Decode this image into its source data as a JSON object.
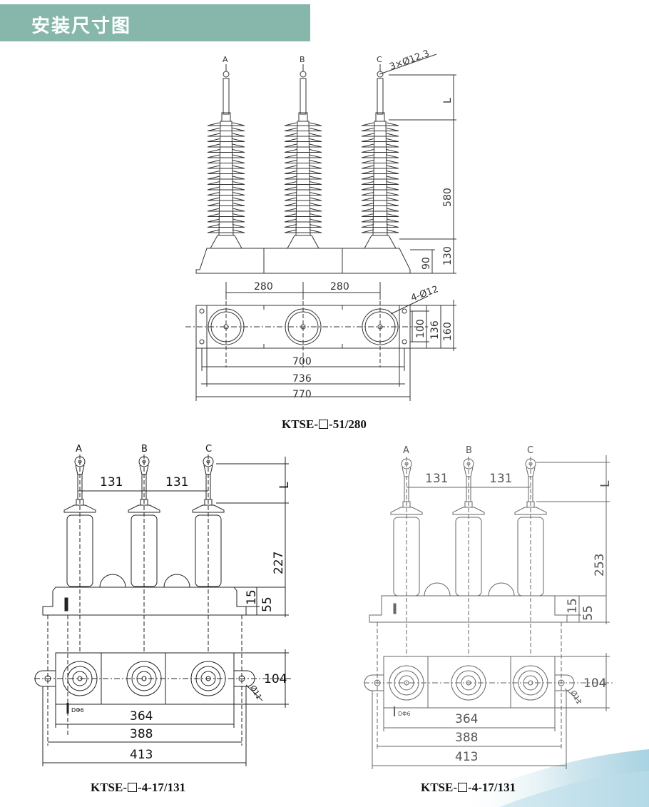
{
  "header": {
    "title": "安装尺寸图",
    "color": "#87b7ab"
  },
  "drawing1": {
    "caption_prefix": "KTSE-",
    "caption_suffix": "-51/280",
    "phases": [
      "A",
      "B",
      "C"
    ],
    "hole_note": "3×Ø12.3",
    "mount_note": "4-Ø12",
    "dims": {
      "L": "L",
      "h580": "580",
      "h130": "130",
      "h90": "90",
      "p1": "280",
      "p2": "280",
      "w100": "100",
      "w136": "136",
      "w160": "160",
      "l700": "700",
      "l736": "736",
      "l770": "770"
    }
  },
  "drawing2": {
    "caption_prefix": "KTSE-",
    "caption_suffix": "-4-17/131",
    "phases": [
      "A",
      "B",
      "C"
    ],
    "ground_note": "DΦ6",
    "hole_note": "Ø11",
    "dims": {
      "p1": "131",
      "p2": "131",
      "L": "L",
      "h227": "227",
      "h15": "15",
      "h55": "55",
      "w104": "104",
      "l364": "364",
      "l388": "388",
      "l413": "413"
    }
  },
  "drawing3": {
    "caption_prefix": "KTSE-",
    "caption_suffix": "-4-17/131",
    "phases": [
      "A",
      "B",
      "C"
    ],
    "ground_note": "DΦ6",
    "hole_note": "Ø11",
    "dims": {
      "p1": "131",
      "p2": "131",
      "L": "L",
      "h253": "253",
      "h15": "15",
      "h55": "55",
      "w104": "104",
      "l364": "364",
      "l388": "388",
      "l413": "413"
    }
  }
}
